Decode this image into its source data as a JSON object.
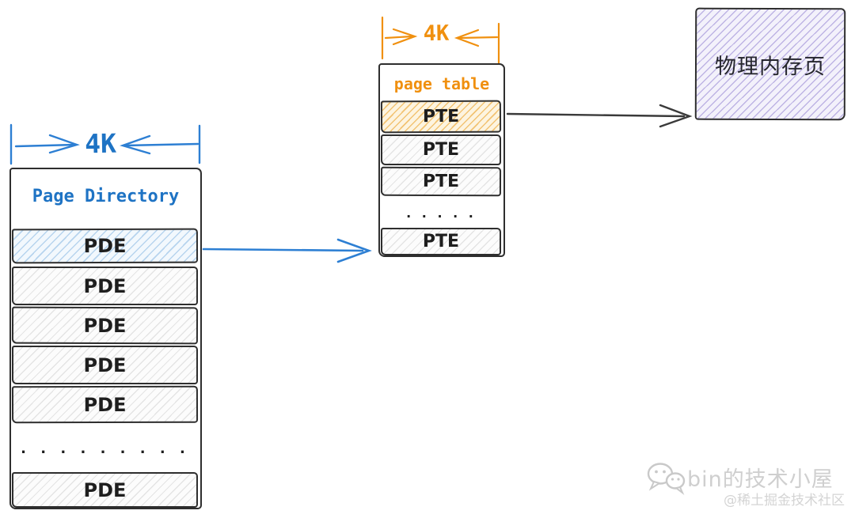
{
  "diagram": {
    "page_directory": {
      "dimension_label": "4K",
      "title": "Page Directory",
      "entries": [
        {
          "label": "PDE",
          "highlighted": true
        },
        {
          "label": "PDE"
        },
        {
          "label": "PDE"
        },
        {
          "label": "PDE"
        },
        {
          "label": "PDE"
        },
        {
          "label": ". . . . . . . . .",
          "dots": true
        },
        {
          "label": "PDE"
        }
      ]
    },
    "page_table": {
      "dimension_label": "4K",
      "title": "page table",
      "entries": [
        {
          "label": "PTE",
          "highlighted": true
        },
        {
          "label": "PTE"
        },
        {
          "label": "PTE"
        },
        {
          "label": ". . . . .",
          "dots": true
        },
        {
          "label": "PTE"
        }
      ]
    },
    "physical_page": {
      "label": "物理内存页"
    },
    "colors": {
      "blue_accent": "#1e73c4",
      "orange_accent": "#f0900f",
      "ink": "#1e1e1e",
      "blue_hatch": "#b7d4ee",
      "orange_hatch": "#f2c373",
      "purple_hatch": "#beb4e4",
      "gray_hatch": "#e4e4e4"
    }
  },
  "watermark": {
    "name": "bin的技术小屋",
    "community": "@稀土掘金技术社区"
  }
}
